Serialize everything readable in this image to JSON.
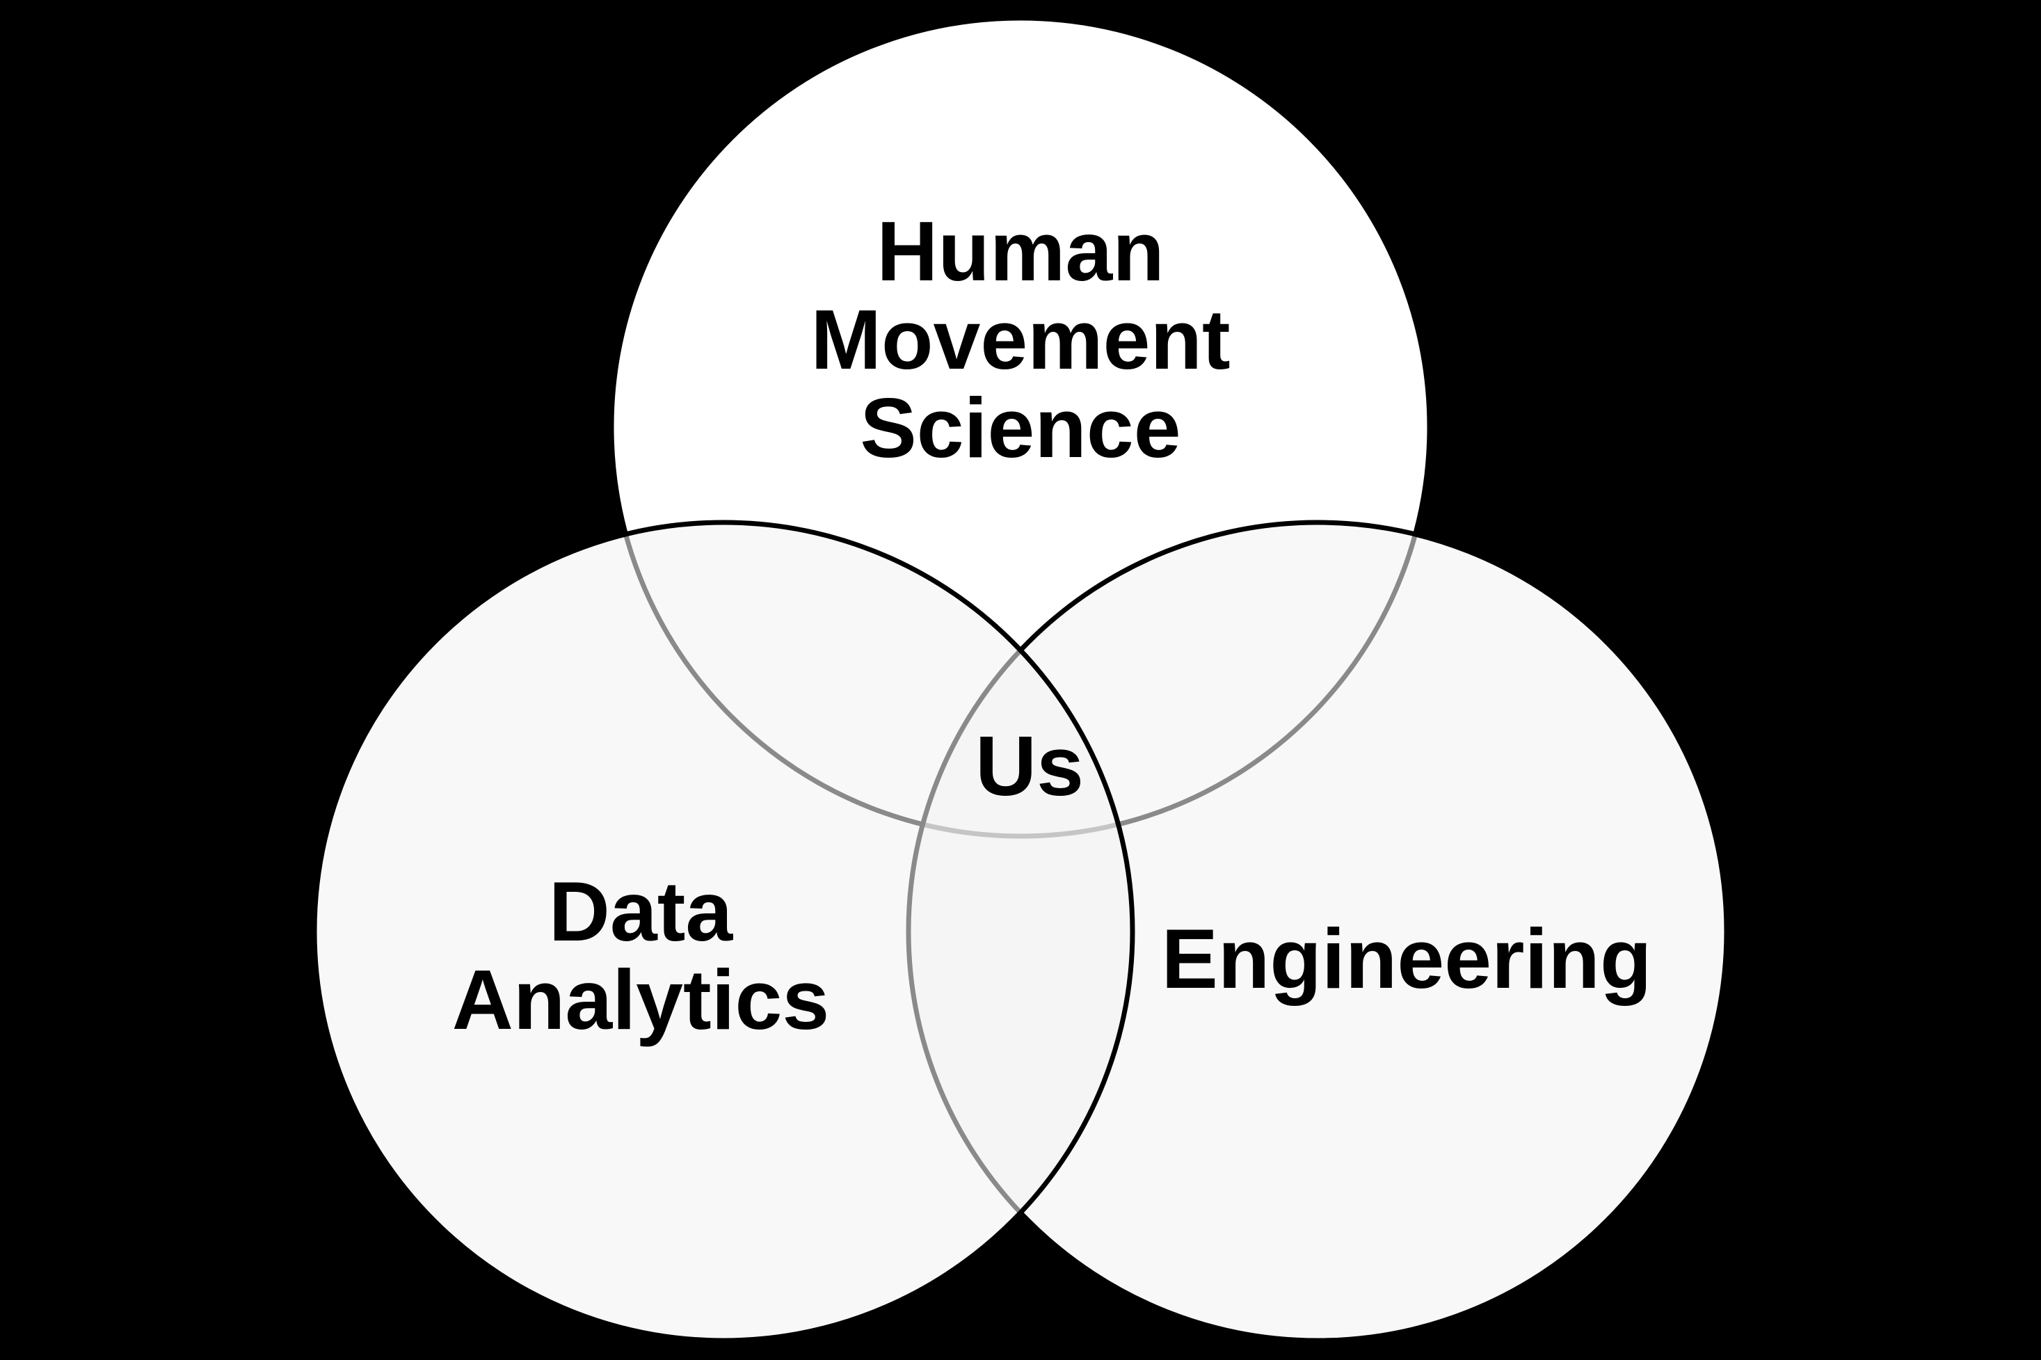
{
  "diagram": {
    "type": "venn",
    "colors": {
      "background": "#000000",
      "circle_fill": "#ffffff",
      "outline": "#000000",
      "overlap_tint": "rgba(242,242,242,0.57)",
      "text": "#000000",
      "grayed_outline_single_overlay": "#909090",
      "grayed_outline_double_overlay": "#c8c8c8"
    },
    "circles": [
      {
        "id": "human-movement-science",
        "label": "Human Movement Science",
        "lines": [
          "Human",
          "Movement",
          "Science"
        ]
      },
      {
        "id": "data-analytics",
        "label": "Data Analytics",
        "lines": [
          "Data",
          "Analytics"
        ]
      },
      {
        "id": "engineering",
        "label": "Engineering",
        "lines": [
          "Engineering"
        ]
      }
    ],
    "intersection": {
      "label": "Us"
    }
  }
}
